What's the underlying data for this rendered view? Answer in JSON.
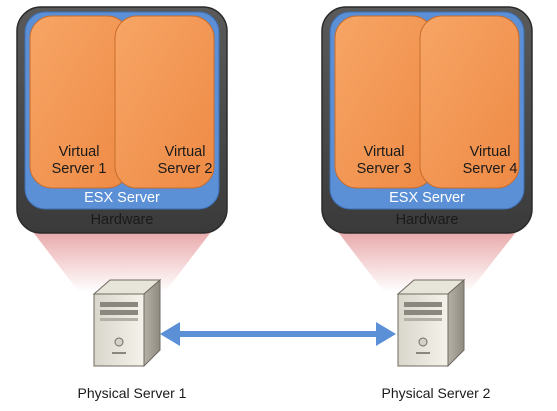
{
  "hosts": [
    {
      "virtual_servers": [
        "Virtual\nServer 1",
        "Virtual\nServer 2"
      ],
      "hypervisor_label": "ESX Server",
      "hardware_label": "Hardware",
      "physical_label": "Physical Server 1"
    },
    {
      "virtual_servers": [
        "Virtual\nServer 3",
        "Virtual\nServer 4"
      ],
      "hypervisor_label": "ESX Server",
      "hardware_label": "Hardware",
      "physical_label": "Physical Server 2"
    }
  ],
  "colors": {
    "hardware_fill": "#4a4a4a",
    "esx_fill": "#5b8fd6",
    "vm_fill": "#f3954f",
    "beam_fill": "#f1c9c9",
    "connector": "#5b8fd6"
  }
}
